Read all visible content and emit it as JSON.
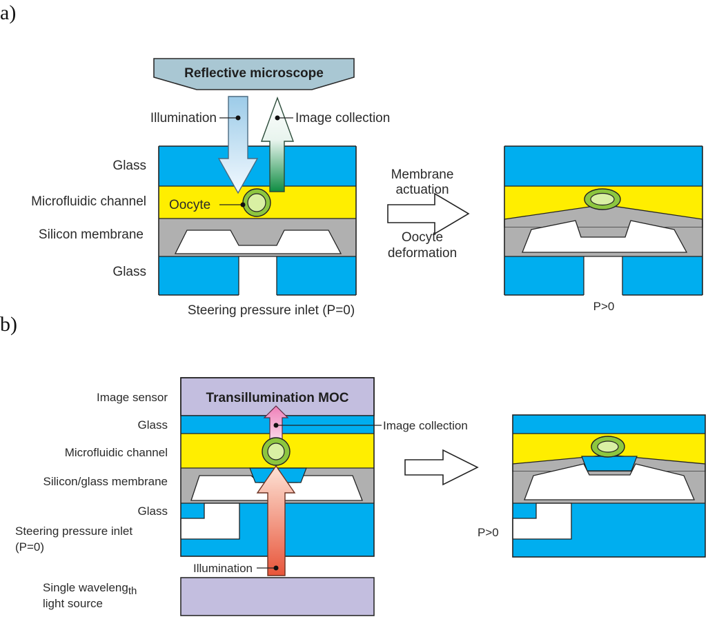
{
  "panel_a": {
    "letter": "a)",
    "microscope": "Reflective microscope",
    "illumination": "Illumination",
    "image_collection": "Image collection",
    "glass_top": "Glass",
    "channel": "Microfluidic channel",
    "oocyte": "Oocyte",
    "membrane": "Silicon membrane",
    "glass_bottom": "Glass",
    "inlet": "Steering pressure inlet (P=0)",
    "actuation_1": "Membrane",
    "actuation_2": "actuation",
    "deformation_1": "Oocyte",
    "deformation_2": "deformation",
    "pressure": "P>0"
  },
  "panel_b": {
    "letter": "b)",
    "image_sensor": "Image sensor",
    "sensor_title": "Transillumination MOC",
    "glass_top": "Glass",
    "image_collection": "Image collection",
    "channel": "Microfluidic channel",
    "membrane": "Silicon/glass membrane",
    "glass_bottom": "Glass",
    "inlet_1": "Steering pressure inlet",
    "inlet_2": "(P=0)",
    "illumination": "Illumination",
    "light_source_1a": "Single waveleng",
    "light_source_1b": "th",
    "light_source_2": "light source",
    "pressure": "P>0"
  },
  "colors": {
    "glass": "#00aeef",
    "channel": "#ffee00",
    "membrane": "#b0b0b0",
    "oocyte_outer": "#8dc63f",
    "oocyte_inner": "#d9f0a3",
    "microscope": "#a9c7d3",
    "sensor": "#c3bedf",
    "illumination_arrow_a": "#b8dcf0",
    "collection_arrow_a": "#1a9a4a",
    "illumination_arrow_b": "#f08060",
    "collection_arrow_b": "#f099c6"
  }
}
